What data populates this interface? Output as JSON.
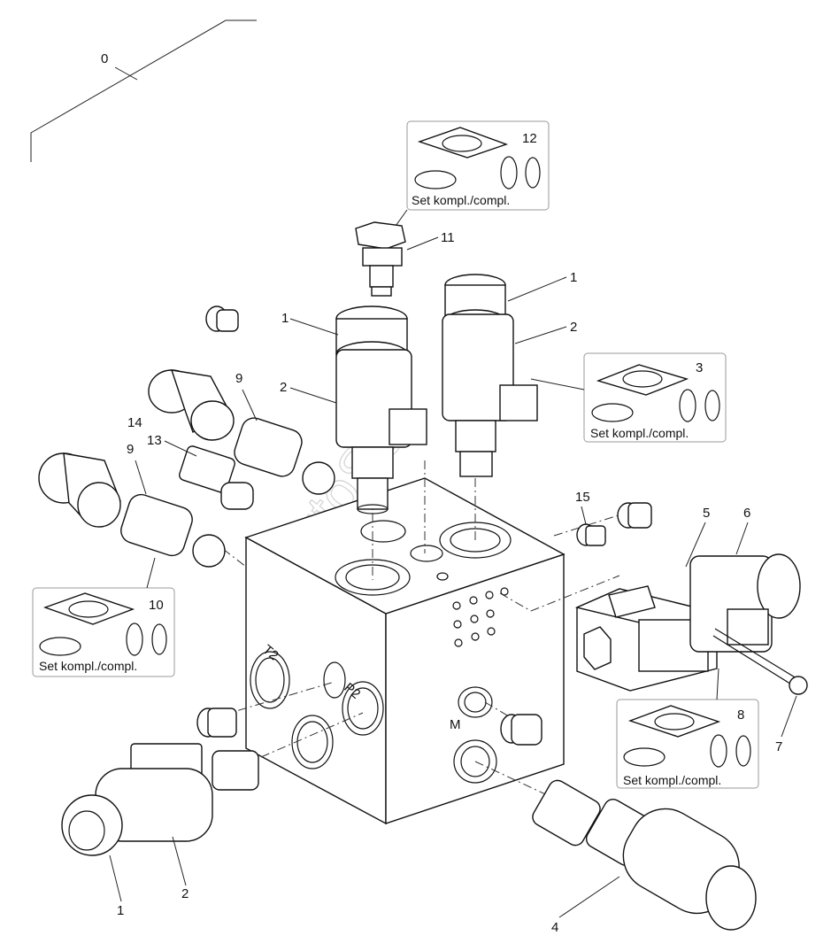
{
  "callouts": {
    "c0": "0",
    "c1a": "1",
    "c1b": "1",
    "c1c": "1",
    "c2a": "2",
    "c2b": "2",
    "c2c": "2",
    "c3": "3",
    "c4": "4",
    "c5": "5",
    "c6": "6",
    "c7": "7",
    "c8": "8",
    "c9a": "9",
    "c9b": "9",
    "c10": "10",
    "c11": "11",
    "c12": "12",
    "c13": "13",
    "c14": "14",
    "c15": "15"
  },
  "kits": {
    "k12": "Set kompl./compl.",
    "k3": "Set kompl./compl.",
    "k10": "Set kompl./compl.",
    "k8": "Set kompl./compl."
  },
  "port_marks": {
    "t2": "T2",
    "p2": "P2",
    "m": "M"
  },
  "watermark": "AutoSoft"
}
